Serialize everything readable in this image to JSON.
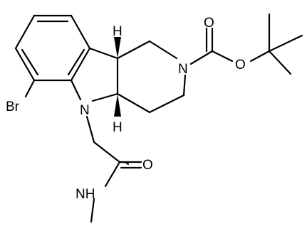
{
  "diagram": {
    "type": "chemical-structure",
    "atom_labels": {
      "br": "Br",
      "n_indole": "N",
      "n_piperidine": "N",
      "o_carbonyl_boc": "O",
      "o_ether_boc": "O",
      "o_amide": "O",
      "nh_amide": "NH",
      "h_top": "H",
      "h_bottom": "H"
    }
  }
}
